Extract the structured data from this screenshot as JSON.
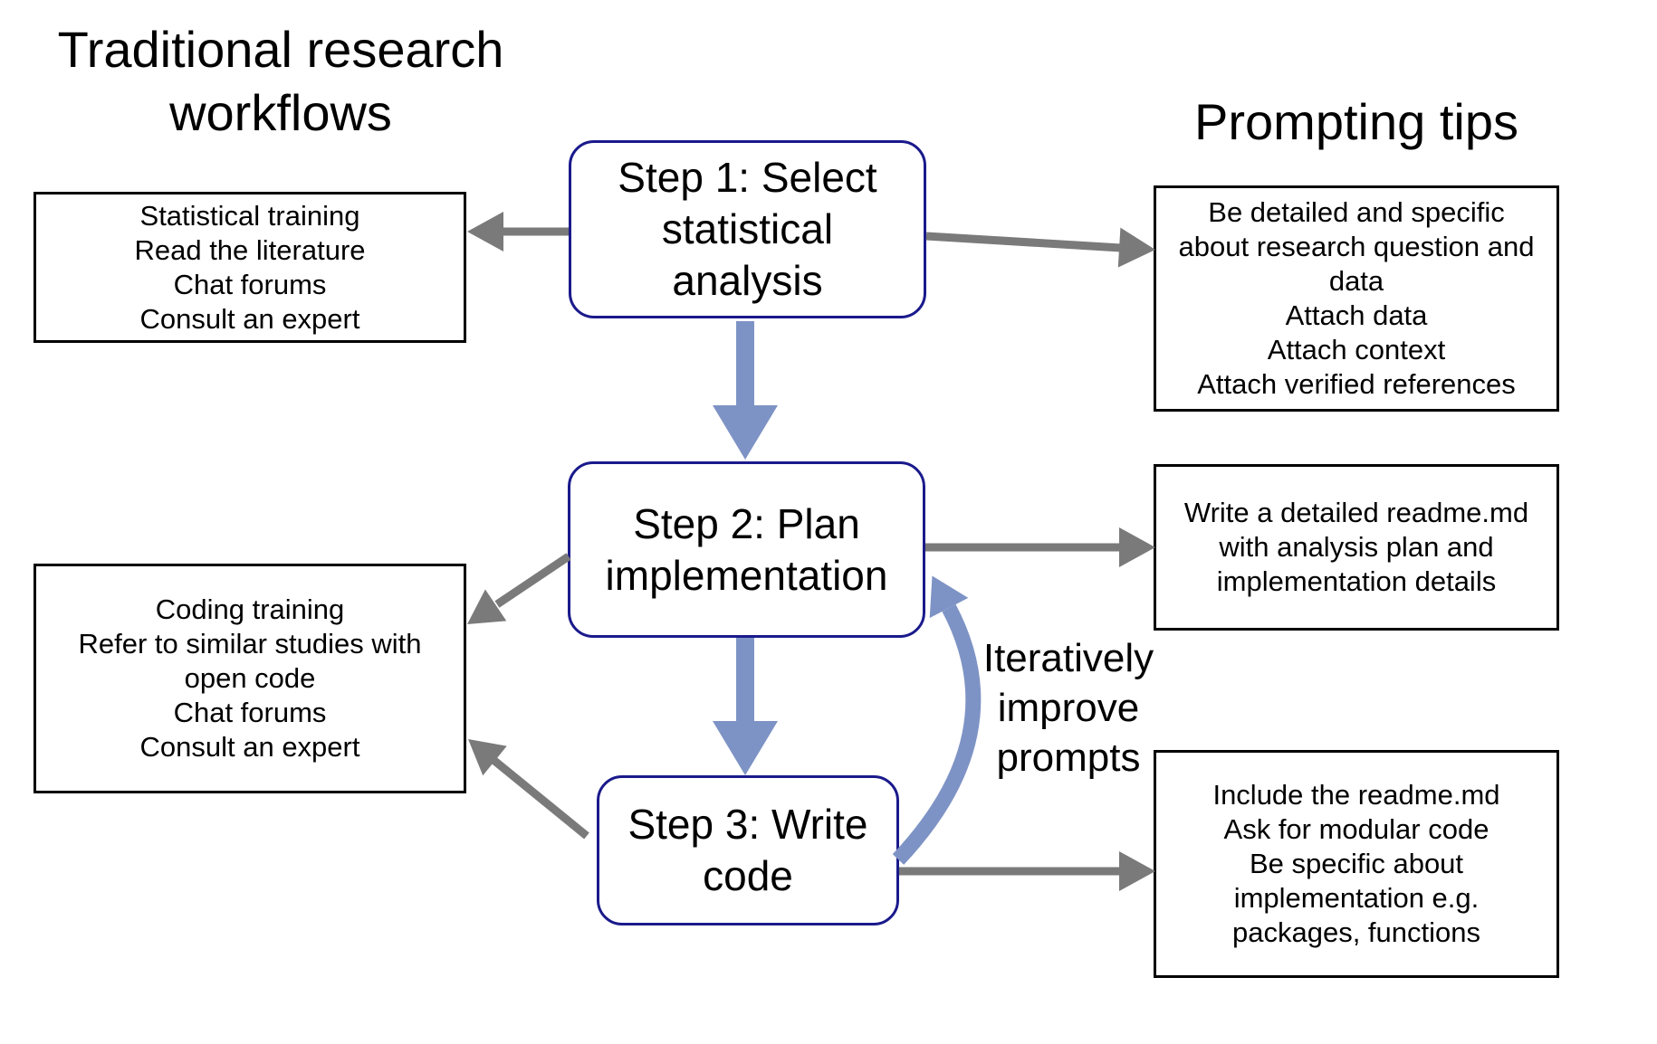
{
  "headings": {
    "left": [
      "Traditional research",
      "workflows"
    ],
    "right": "Prompting tips"
  },
  "steps": [
    {
      "lines": [
        "Step 1: Select",
        "statistical",
        "analysis"
      ]
    },
    {
      "lines": [
        "Step 2: Plan",
        "implementation"
      ]
    },
    {
      "lines": [
        "Step 3: Write",
        "code"
      ]
    }
  ],
  "left_boxes": [
    {
      "lines": [
        "Statistical training",
        "Read the literature",
        "Chat forums",
        "Consult an expert"
      ]
    },
    {
      "lines": [
        "Coding training",
        "Refer to similar studies with",
        "open code",
        "Chat forums",
        "Consult an expert"
      ]
    }
  ],
  "right_boxes": [
    {
      "lines": [
        "Be detailed and specific",
        "about research question and",
        "data",
        "Attach data",
        "Attach context",
        "Attach verified references"
      ]
    },
    {
      "lines": [
        "Write a detailed readme.md",
        "with analysis plan and",
        "implementation details"
      ]
    },
    {
      "lines": [
        "Include the readme.md",
        "Ask for modular code",
        "Be specific about",
        "implementation e.g.",
        "packages, functions"
      ]
    }
  ],
  "loop_label": [
    "Iteratively",
    "improve",
    "prompts"
  ],
  "colors": {
    "step_border": "#1a1a8c",
    "box_border": "#000000",
    "arrow_gray": "#7a7a7a",
    "arrow_blue": "#7e93c5",
    "text": "#000000",
    "background": "#ffffff"
  }
}
